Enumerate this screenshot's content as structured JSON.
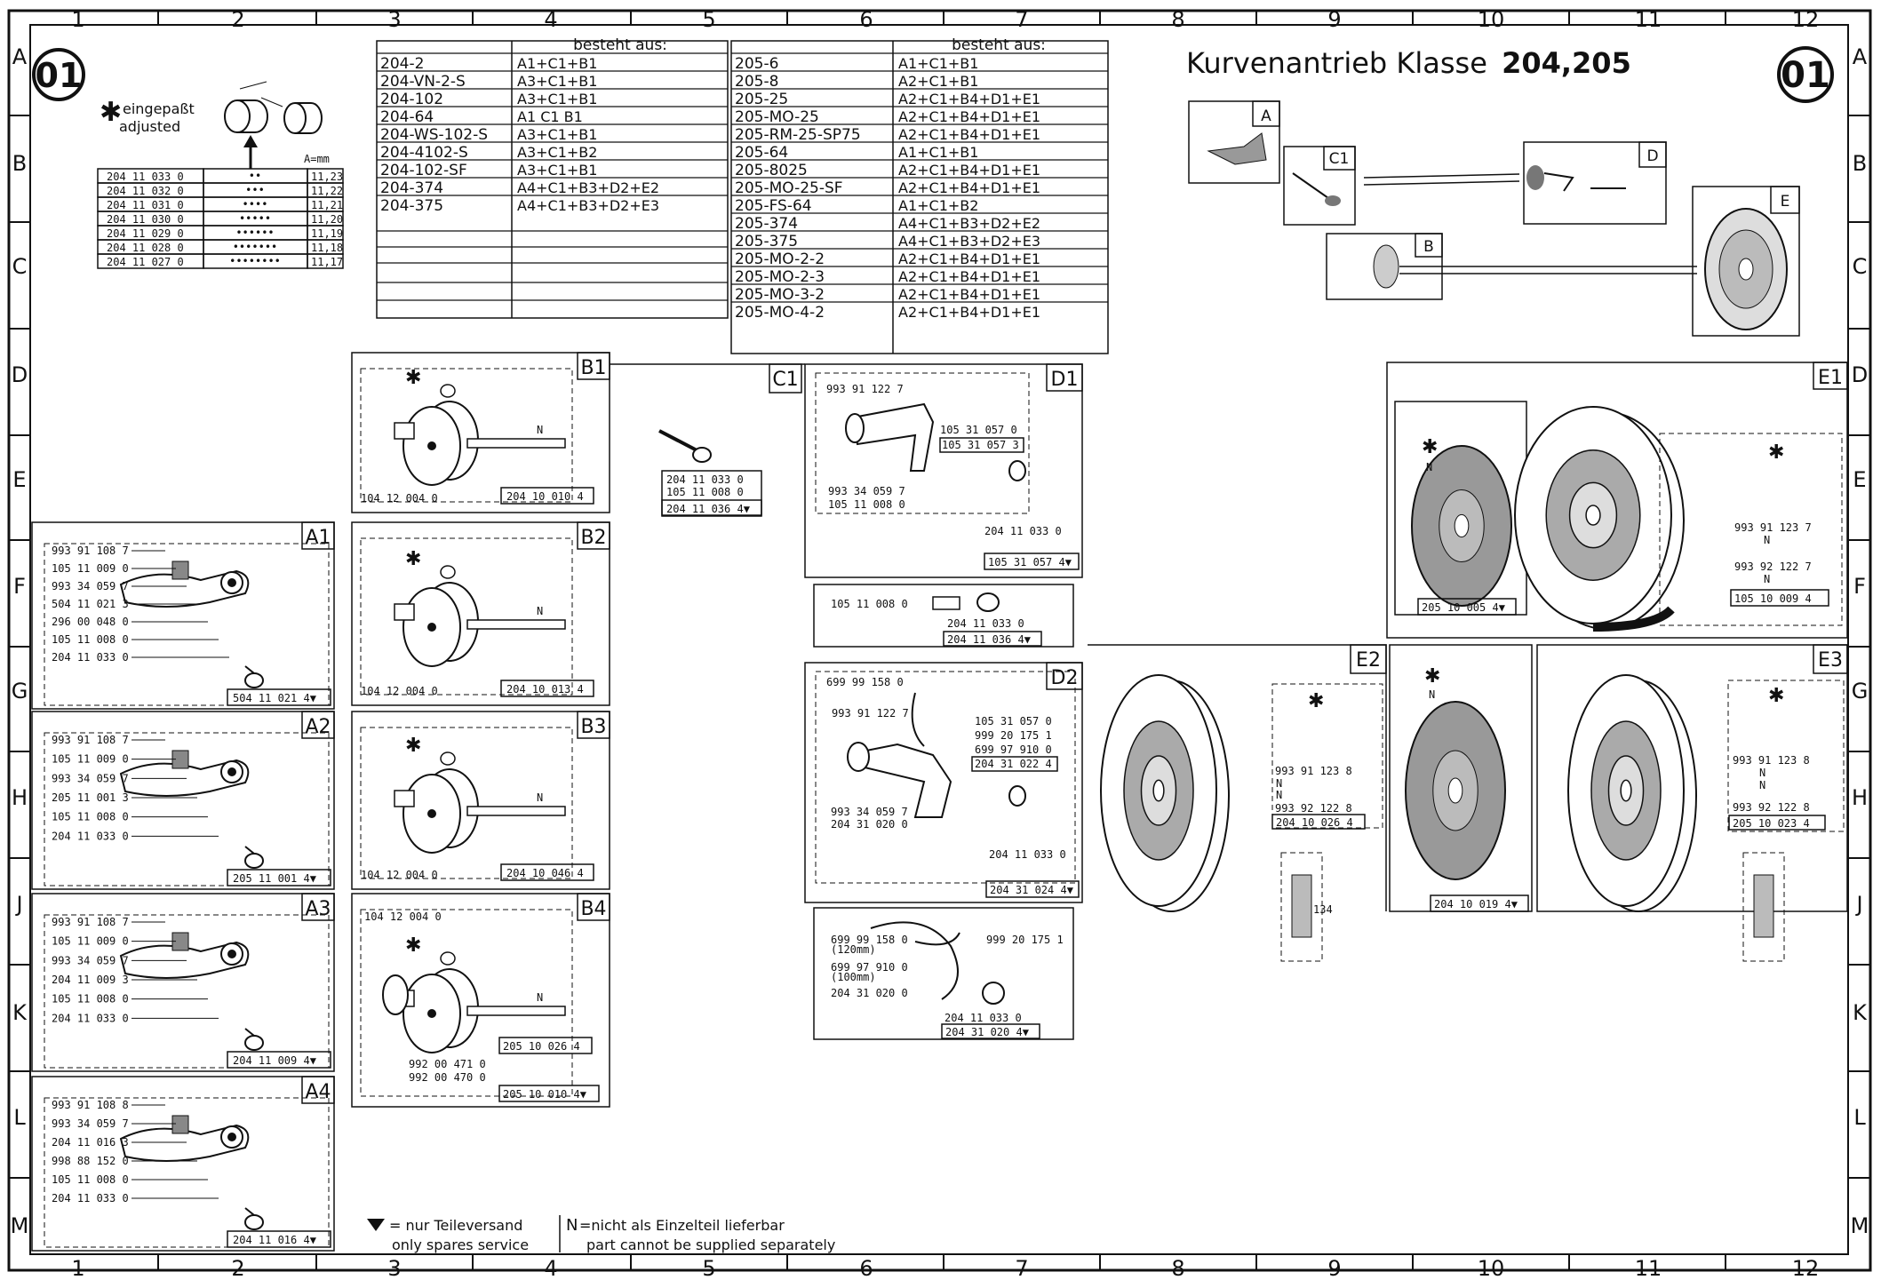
{
  "title_prefix": "Kurvenantrieb Klasse ",
  "title_bold": "204,205",
  "page_badge": "01",
  "cols": [
    "1",
    "2",
    "3",
    "4",
    "5",
    "6",
    "7",
    "8",
    "9",
    "10",
    "11",
    "12"
  ],
  "rows": [
    "A",
    "B",
    "C",
    "D",
    "E",
    "F",
    "G",
    "H",
    "J",
    "K",
    "L",
    "M"
  ],
  "adjust": {
    "star": "✱",
    "de": "eingepaßt",
    "en": "adjusted",
    "unit": "A=mm",
    "rows": [
      [
        "204 11 033 0",
        "••",
        "11,23"
      ],
      [
        "204 11 032 0",
        "•••",
        "11,22"
      ],
      [
        "204 11 031 0",
        "••••",
        "11,21"
      ],
      [
        "204 11 030 0",
        "•••••",
        "11,20"
      ],
      [
        "204 11 029 0",
        "••••••",
        "11,19"
      ],
      [
        "204 11 028 0",
        "•••••••",
        "11,18"
      ],
      [
        "204 11 027 0",
        "••••••••",
        "11,17"
      ]
    ]
  },
  "table204": {
    "header": "besteht aus:",
    "rows": [
      [
        "204-2",
        "A1+C1+B1"
      ],
      [
        "204-VN-2-S",
        "A3+C1+B1"
      ],
      [
        "204-102",
        "A3+C1+B1"
      ],
      [
        "204-64",
        "A1  C1  B1"
      ],
      [
        "204-WS-102-S",
        "A3+C1+B1"
      ],
      [
        "204-4102-S",
        "A3+C1+B2"
      ],
      [
        "204-102-SF",
        "A3+C1+B1"
      ],
      [
        "204-374",
        "A4+C1+B3+D2+E2"
      ],
      [
        "204-375",
        "A4+C1+B3+D2+E3"
      ]
    ]
  },
  "table205": {
    "header": "besteht aus:",
    "rows": [
      [
        "205-6",
        "A1+C1+B1"
      ],
      [
        "205-8",
        "A2+C1+B1"
      ],
      [
        "205-25",
        "A2+C1+B4+D1+E1"
      ],
      [
        "205-MO-25",
        "A2+C1+B4+D1+E1"
      ],
      [
        "205-RM-25-SP75",
        "A2+C1+B4+D1+E1"
      ],
      [
        "205-64",
        "A1+C1+B1"
      ],
      [
        "205-8025",
        "A2+C1+B4+D1+E1"
      ],
      [
        "205-MO-25-SF",
        "A2+C1+B4+D1+E1"
      ],
      [
        "205-FS-64",
        "A1+C1+B2"
      ],
      [
        "205-374",
        "A4+C1+B3+D2+E2"
      ],
      [
        "205-375",
        "A4+C1+B3+D2+E3"
      ],
      [
        "205-MO-2-2",
        "A2+C1+B4+D1+E1"
      ],
      [
        "205-MO-2-3",
        "A2+C1+B4+D1+E1"
      ],
      [
        "205-MO-3-2",
        "A2+C1+B4+D1+E1"
      ],
      [
        "205-MO-4-2",
        "A2+C1+B4+D1+E1"
      ]
    ]
  },
  "overview": {
    "labels": [
      "A",
      "C1",
      "D",
      "B",
      "E"
    ]
  },
  "panels": {
    "A1": {
      "label": "A1",
      "parts": [
        "993 91 108 7",
        "105 11 009 0",
        "993 34 059 7",
        "504 11 021 3",
        "296 00 048 0",
        "105 11 008 0",
        "204 11 033 0"
      ],
      "assembly": "504 11 021 4▼"
    },
    "A2": {
      "label": "A2",
      "parts": [
        "993 91 108 7",
        "105 11 009 0",
        "993 34 059 7",
        "205 11 001 3",
        "105 11 008 0",
        "204 11 033 0"
      ],
      "assembly": "205 11 001 4▼"
    },
    "A3": {
      "label": "A3",
      "parts": [
        "993 91 108 7",
        "105 11 009 0",
        "993 34 059 7",
        "204 11 009 3",
        "105 11 008 0",
        "204 11 033 0"
      ],
      "assembly": "204 11 009 4▼"
    },
    "A4": {
      "label": "A4",
      "parts": [
        "993 91 108 8",
        "993 34 059 7",
        "204 11 016 3",
        "998 88 152 0",
        "105 11 008 0",
        "204 11 033 0"
      ],
      "assembly": "204 11 016 4▼"
    },
    "B1": {
      "label": "B1",
      "left": "104 12 004 0",
      "assembly": "204 10 010 4",
      "n": "N",
      "star": "✱"
    },
    "B2": {
      "label": "B2",
      "left": "104 12 004 0",
      "assembly": "204 10 013 4",
      "n": "N",
      "star": "✱"
    },
    "B3": {
      "label": "B3",
      "left": "104 12 004 0",
      "assembly": "204 10 046 4",
      "n": "N",
      "star": "✱"
    },
    "B4": {
      "label": "B4",
      "top": "104 12 004 0",
      "p1": "992 00 471 0",
      "p2": "992 00 470 0",
      "sub": "205 10 026 4",
      "assembly": "205 10 010 4▼",
      "n": "N",
      "star": "✱"
    },
    "C1": {
      "label": "C1",
      "parts": [
        "204 11 033 0",
        "105 11 008 0"
      ],
      "assembly": "204 11 036 4▼"
    },
    "D1": {
      "label": "D1",
      "p1": "993 91 122 7",
      "p2": "105 31 057 0",
      "p3": "105 31 057 3",
      "p4": "993 34 059 7",
      "p5": "105 11 008 0",
      "p6": "204 11 033 0",
      "assembly": "105 31 057 4▼",
      "sub": {
        "p1": "105 11 008 0",
        "p2": "204 11 033 0",
        "assembly": "204 11 036 4▼"
      }
    },
    "D2": {
      "label": "D2",
      "p1": "699 99 158 0",
      "p2": "993 91 122 7",
      "p3": "105 31 057 0",
      "p4": "999 20 175 1",
      "p5": "699 97 910 0",
      "p6": "204 31 022 4",
      "p7": "993 34 059 7",
      "p8": "204 31 020 0",
      "p9": "204 11 033 0",
      "assembly": "204 31 024 4▼",
      "sub": {
        "p1": "699 99 158 0",
        "p1n": "(120mm)",
        "p2": "699 97 910 0",
        "p2n": "(100mm)",
        "p3": "204 31 020 0",
        "p4": "999 20 175 1",
        "p5": "204 11 033 0",
        "assembly": "204 31 020 4▼"
      }
    },
    "E1": {
      "label": "E1",
      "star": "✱",
      "n": "N",
      "p1": "993 91 123 7",
      "p2": "993 92 122 7",
      "sub": "205 10 005 4▼",
      "assembly": "105 10 009 4"
    },
    "E2": {
      "label": "E2",
      "star": "✱",
      "n": "N",
      "p1": "993 91 123 8",
      "p2": "993 92 122 8",
      "assembly": "204 10 026 4",
      "dim": "134"
    },
    "E3": {
      "label": "E3",
      "star": "✱",
      "n": "N",
      "p1": "993 91 123 8",
      "p2": "993 92 122 8",
      "assembly": "205 10 023 4",
      "shared": "204 10 019 4▼"
    }
  },
  "legend": {
    "tri_de": "= nur Teileversand",
    "tri_en": "only spares service",
    "n_sym": "N",
    "n_de": "=nicht als Einzelteil lieferbar",
    "n_en": "part cannot be supplied separately"
  }
}
